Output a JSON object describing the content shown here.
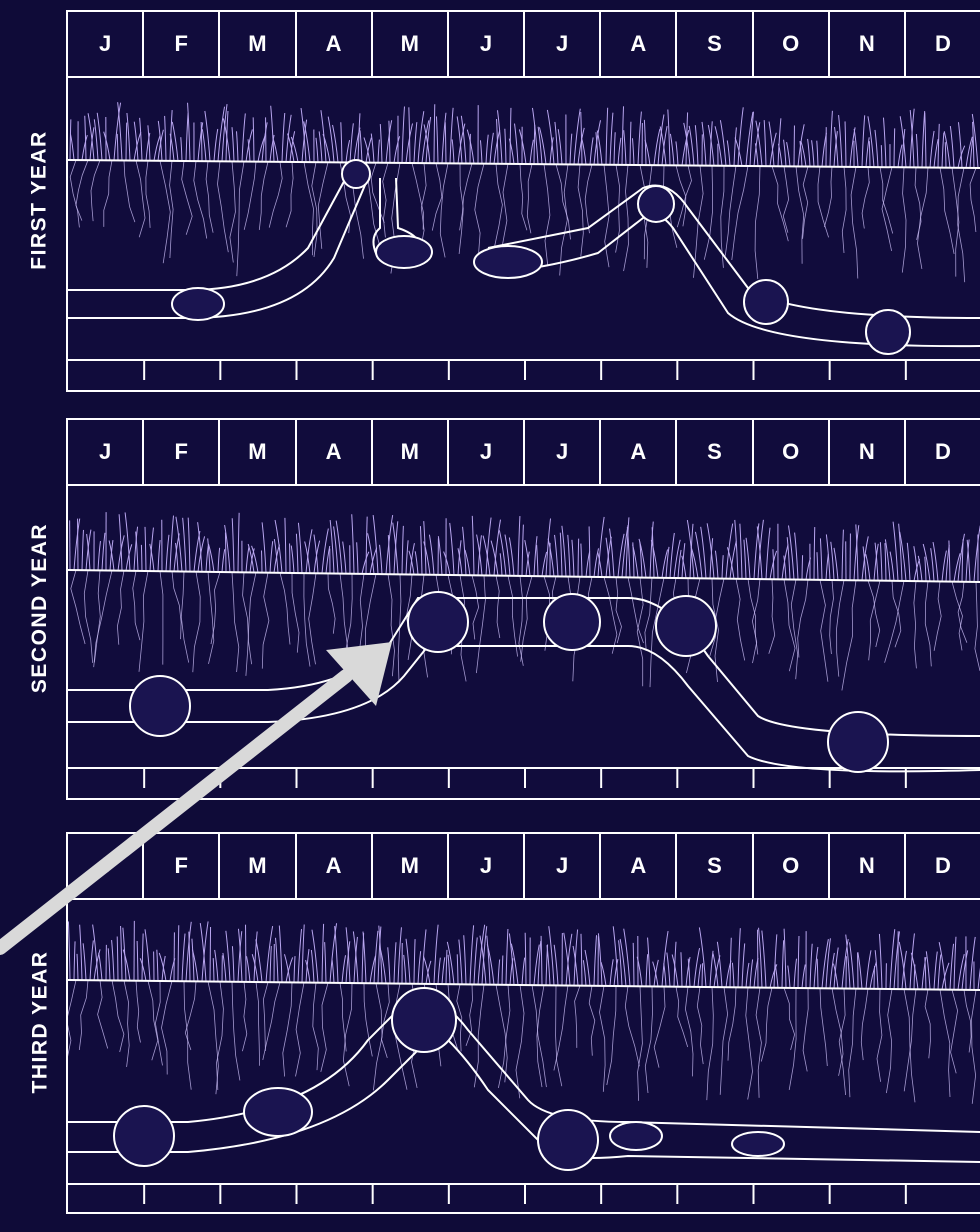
{
  "months": [
    "J",
    "F",
    "M",
    "A",
    "M",
    "J",
    "J",
    "A",
    "S",
    "O",
    "N",
    "D"
  ],
  "panels": [
    {
      "label": "FIRST YEAR"
    },
    {
      "label": "SECOND YEAR"
    },
    {
      "label": "THIRD YEAR"
    }
  ],
  "colors": {
    "background": "#0f0b38",
    "line": "#ffffff",
    "grass": "#b9a6f0",
    "arrow": "#d9d9d9"
  }
}
